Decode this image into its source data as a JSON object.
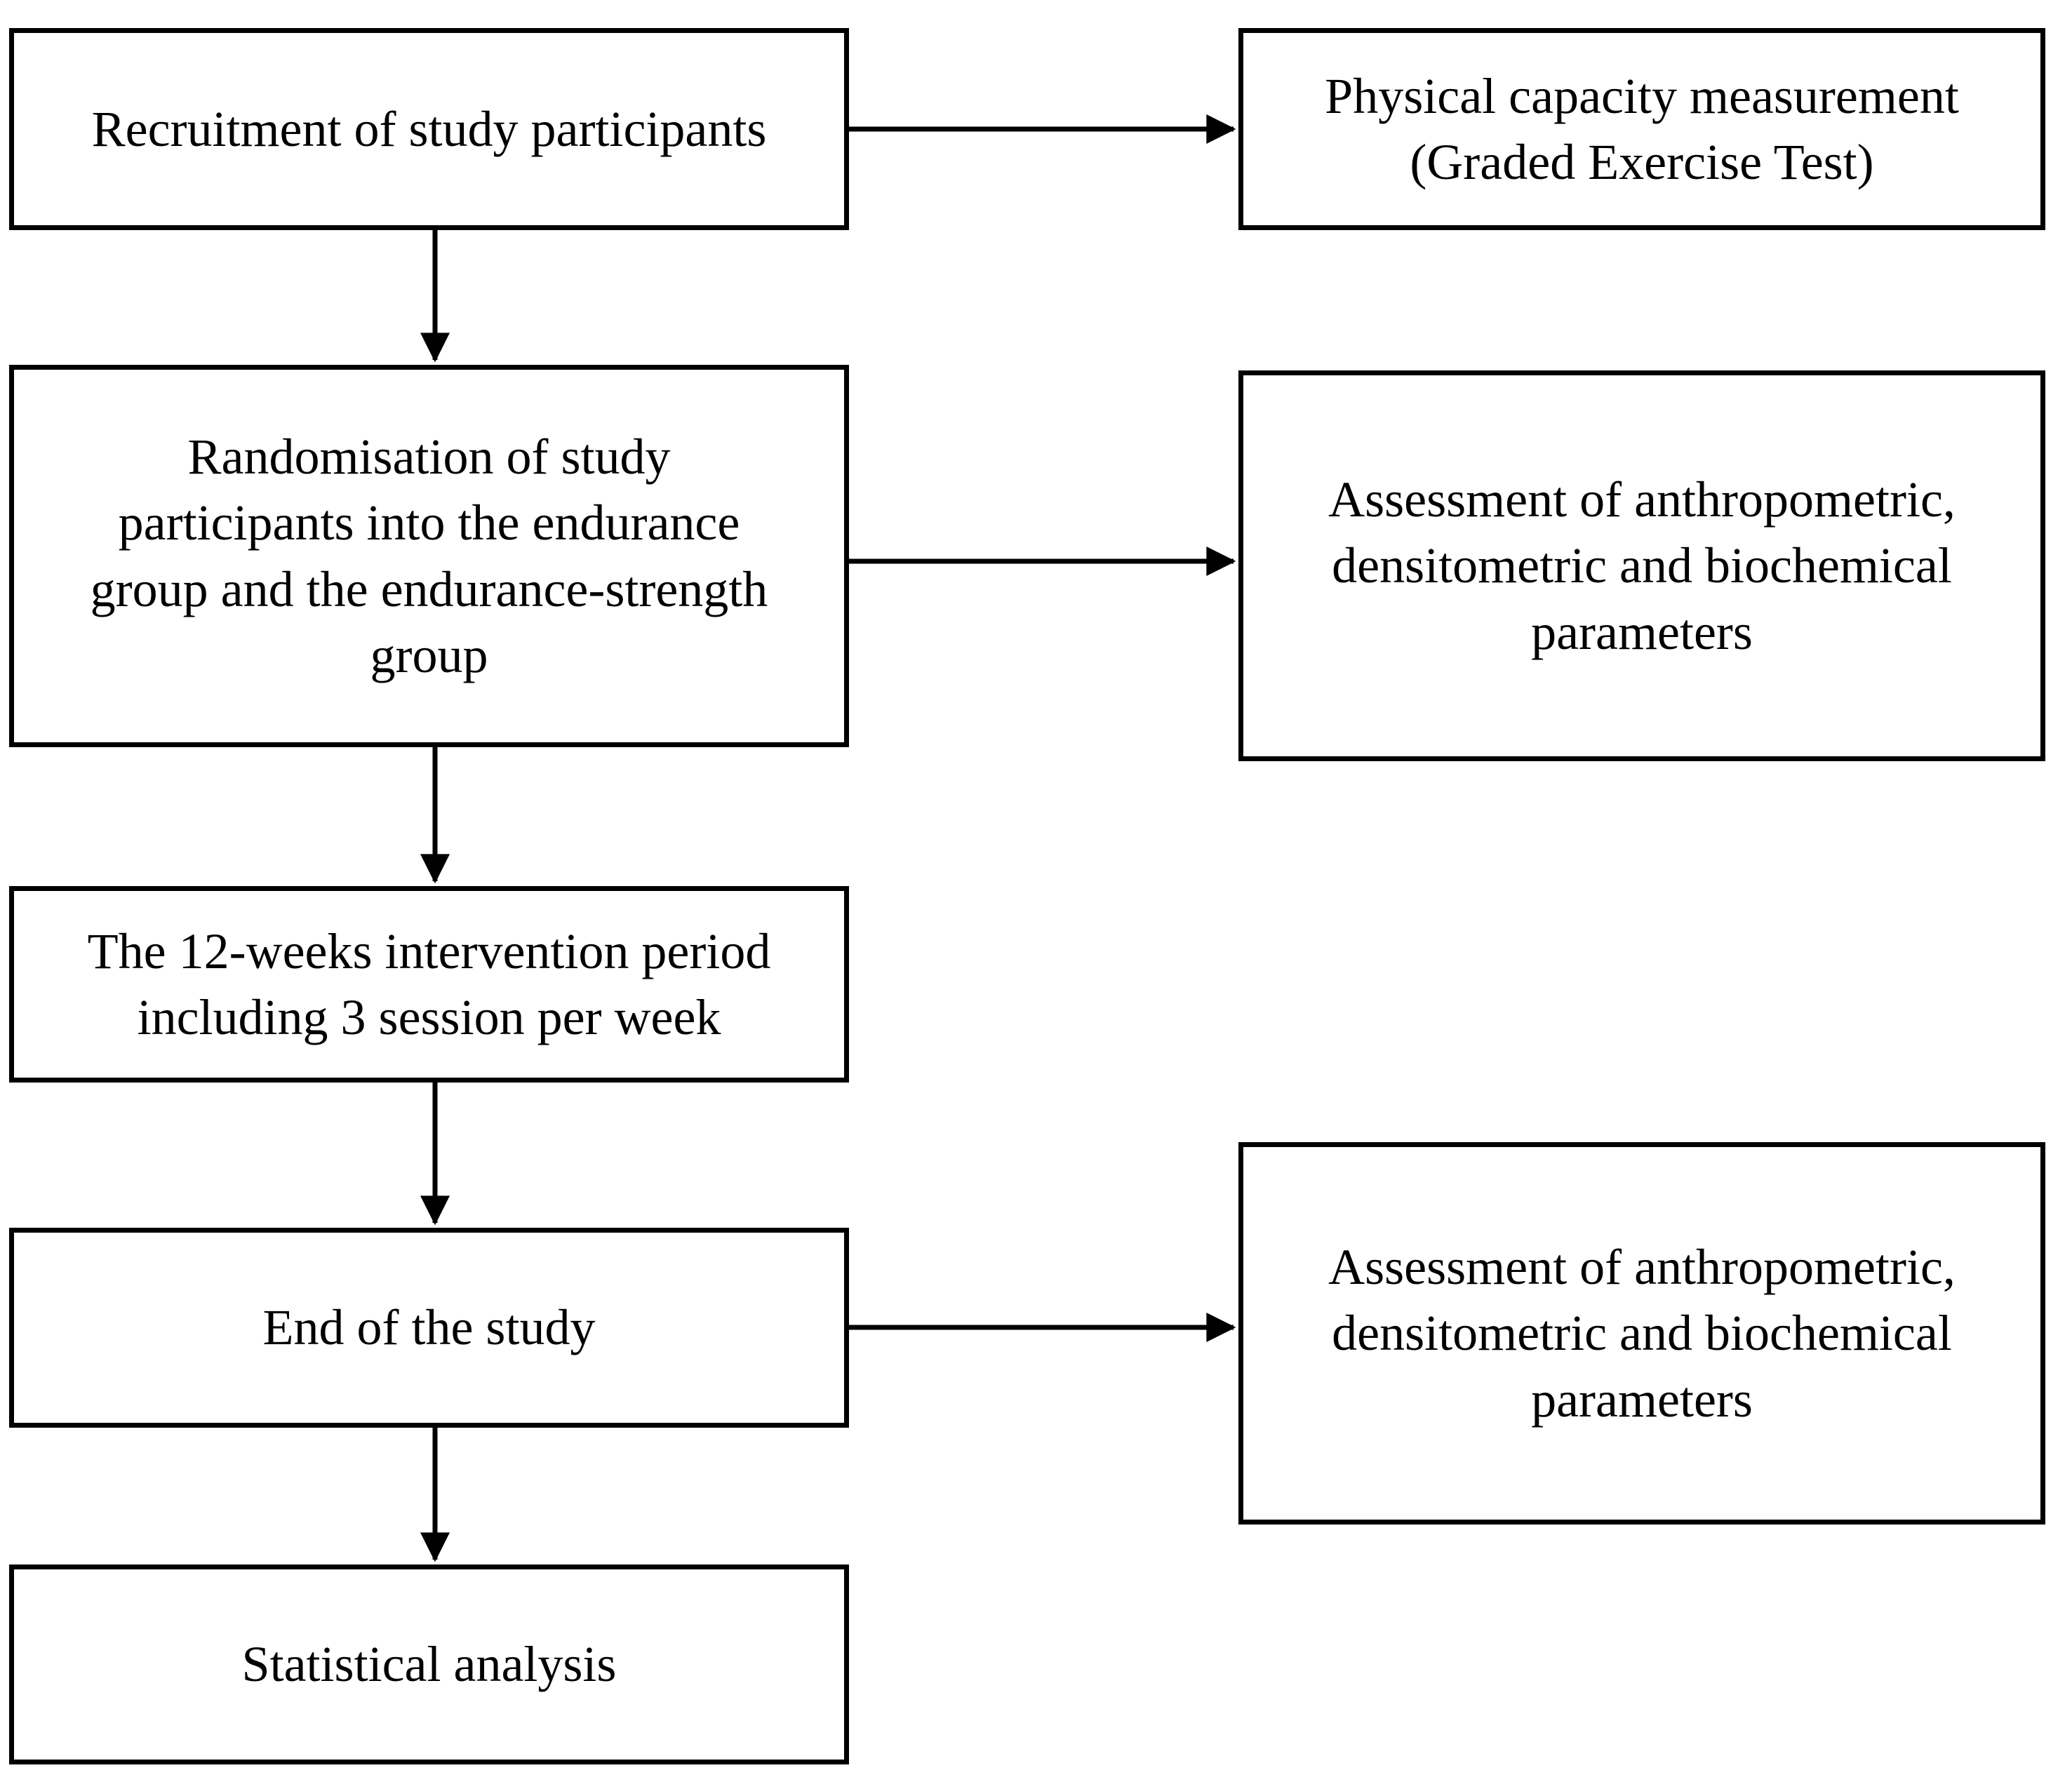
{
  "figure": {
    "type": "flowchart",
    "background_color": "#ffffff",
    "box_border_color": "#000000",
    "arrow_color": "#000000",
    "text_color": "#000000",
    "left_column": [
      {
        "id": "recruitment",
        "text": "Recruitment of study participants"
      },
      {
        "id": "randomisation",
        "text": "Randomisation of study\nparticipants into the endurance\ngroup and the endurance-strength\ngroup"
      },
      {
        "id": "intervention-period",
        "text": "The 12-weeks intervention period\nincluding 3 session per week"
      },
      {
        "id": "end-of-study",
        "text": "End of the study"
      },
      {
        "id": "statistical-analysis",
        "text": "Statistical analysis"
      }
    ],
    "right_column": [
      {
        "id": "physical-capacity",
        "text": "Physical capacity measurement\n(Graded Exercise Test)"
      },
      {
        "id": "assessment-baseline",
        "text": "Assessment of anthropometric,\ndensitometric and biochemical\nparameters"
      },
      {
        "id": "assessment-final",
        "text": "Assessment of anthropometric,\ndensitometric and biochemical\nparameters"
      }
    ]
  }
}
